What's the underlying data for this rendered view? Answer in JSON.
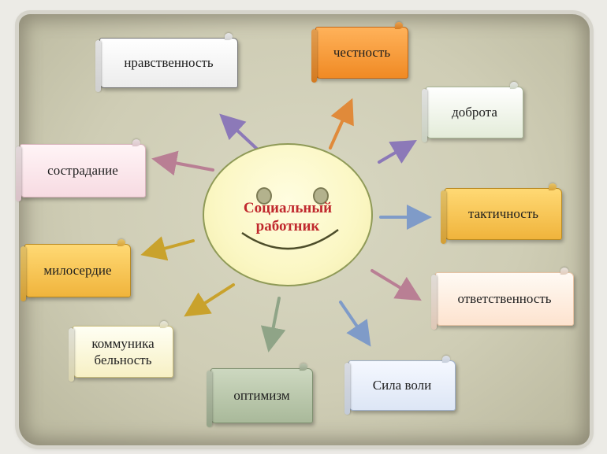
{
  "center": {
    "line1": "Социальный",
    "line2": "работник"
  },
  "qualities": {
    "nravstvennost": "нравственность",
    "chestnost": "честность",
    "dobrota": "доброта",
    "sostradanie": "сострадание",
    "taktichnost": "тактичность",
    "miloserdie": "милосердие",
    "otvetstvennost": "ответственность",
    "kommunikabelnost_1": "коммуника",
    "kommunikabelnost_2": "бельность",
    "optimizm": "оптимизм",
    "sila_voli": "Сила воли"
  },
  "colors": {
    "center_title": "#c0282d",
    "arrow_violet": "#8c79b8",
    "arrow_orange": "#e08a3a",
    "arrow_gold": "#c9a22c",
    "arrow_pink": "#b97f94",
    "arrow_blue": "#7f9bc8",
    "arrow_sage": "#8fa487"
  }
}
